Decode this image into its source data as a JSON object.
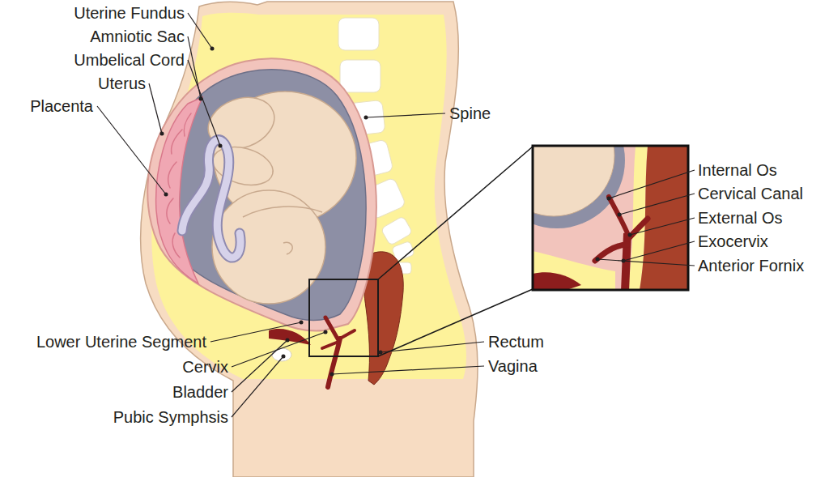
{
  "diagram": {
    "labels": [
      "Uterine Fundus",
      "Amniotic Sac",
      "Umbelical Cord",
      "Uterus",
      "Placenta",
      "Spine",
      "Internal Os",
      "Cervical Canal",
      "External Os",
      "Exocervix",
      "Anterior Fornix",
      "Lower Uterine Segment",
      "Rectum",
      "Cervix",
      "Vagina",
      "Bladder",
      "Pubic Symphsis"
    ]
  }
}
